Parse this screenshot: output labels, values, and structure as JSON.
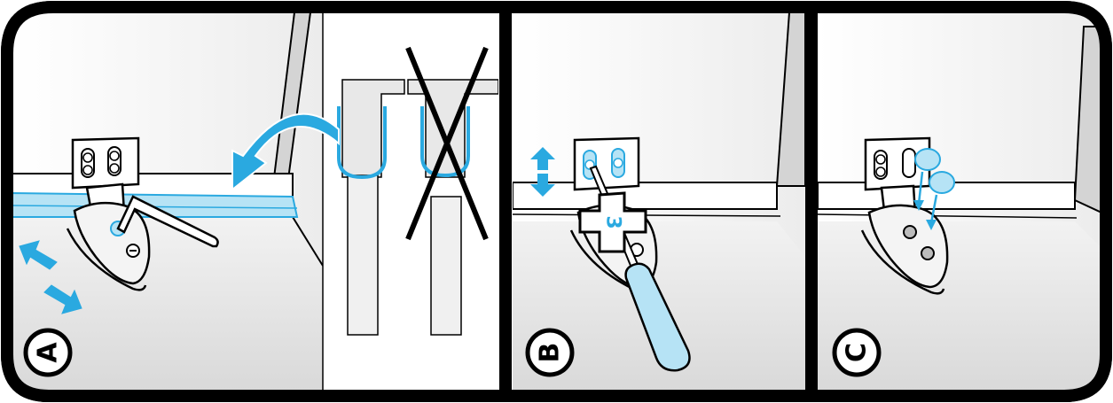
{
  "panels": [
    {
      "id": "A",
      "step_label": "A"
    },
    {
      "id": "B",
      "step_label": "B",
      "badge_number": "3"
    },
    {
      "id": "C",
      "step_label": "C"
    }
  ],
  "colors": {
    "accent": "#2aa9e0",
    "accent_light": "#b6e3f5",
    "floor": "#e6e6e6",
    "wall": "#f4f4f4",
    "outline": "#000000"
  },
  "icons": [
    "adjust-arrows-icon",
    "curved-arrow-icon",
    "correct-profile-icon",
    "incorrect-profile-icon",
    "screwdriver-icon",
    "cap-icon"
  ]
}
